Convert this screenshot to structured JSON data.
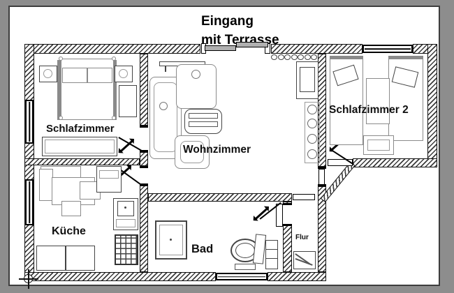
{
  "title": {
    "line1": "Eingang",
    "line2": "mit Terrasse"
  },
  "rooms": {
    "schlafzimmer": {
      "label": "Schlafzimmer"
    },
    "wohnzimmer": {
      "label": "Wohnzimmer"
    },
    "schlafzimmer2": {
      "label": "Schlafzimmer 2"
    },
    "kueche": {
      "label": "Küche"
    },
    "bad": {
      "label": "Bad"
    },
    "flur": {
      "label": "Flur"
    }
  },
  "colors": {
    "frame_bg": "#8d8d8d",
    "paper": "#ffffff",
    "wall_line": "#111111",
    "furniture_gray": "#8a8a8a",
    "text": "#101010"
  }
}
